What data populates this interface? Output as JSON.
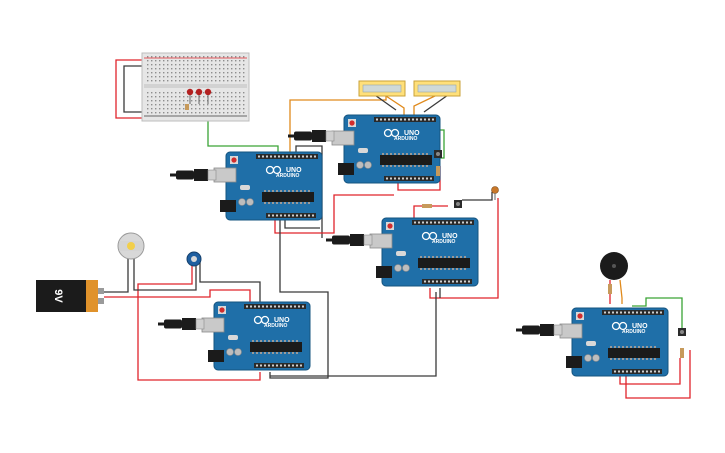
{
  "boards": [
    {
      "id": "arduino-1",
      "logo": "UNO",
      "brand": "ARDUINO"
    },
    {
      "id": "arduino-2",
      "logo": "UNO",
      "brand": "ARDUINO"
    },
    {
      "id": "arduino-3",
      "logo": "UNO",
      "brand": "ARDUINO"
    },
    {
      "id": "arduino-4",
      "logo": "UNO",
      "brand": "ARDUINO"
    },
    {
      "id": "arduino-5",
      "logo": "UNO",
      "brand": "ARDUINO"
    }
  ],
  "battery": {
    "label": "9V"
  },
  "colors": {
    "board": "#1f6fa8",
    "board_dark": "#16547f",
    "wire_red": "#e0242b",
    "wire_black": "#3a3a3a",
    "wire_orange": "#e08a1c",
    "wire_green": "#3aa335",
    "lcd": "#ffe07a",
    "breadboard": "#e6e6e6"
  }
}
